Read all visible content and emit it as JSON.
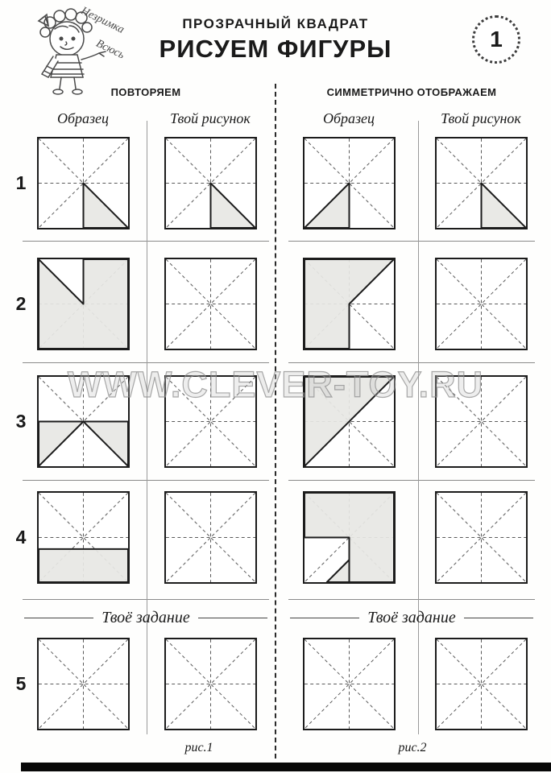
{
  "page": {
    "number": "1",
    "series_title": "ПРОЗРАЧНЫЙ КВАДРАТ",
    "page_title": "РИСУЕМ ФИГУРЫ",
    "mascot_name_line1": "Незримка",
    "mascot_name_line2": "Всюсь",
    "watermark": "WWW.CLEVER-TOY.RU",
    "fig_captions": [
      "рис.1",
      "рис.2"
    ]
  },
  "sections": [
    {
      "header": "ПОВТОРЯЕМ",
      "col_headers": [
        "Образец",
        "Твой рисунок"
      ]
    },
    {
      "header": "СИММЕТРИЧНО ОТОБРАЖАЕМ",
      "col_headers": [
        "Образец",
        "Твой рисунок"
      ]
    }
  ],
  "task_header": "Твоё задание",
  "rows": [
    {
      "label": "1",
      "cells": [
        {
          "shapes": [
            "50,50 50,100 100,100"
          ]
        },
        {
          "shapes": [
            "50,50 50,100 100,100"
          ]
        },
        {
          "shapes": [
            "50,50 50,100 0,100"
          ]
        },
        {
          "shapes": [
            "50,50 50,100 100,100"
          ]
        }
      ]
    },
    {
      "label": "2",
      "cells": [
        {
          "shapes": [
            "50,0 50,50 0,0 0,100 100,100 100,0"
          ]
        },
        {
          "shapes": []
        },
        {
          "shapes": [
            "100,0 50,50 50,100 0,100 0,0"
          ]
        },
        {
          "shapes": []
        }
      ]
    },
    {
      "label": "3",
      "cells": [
        {
          "shapes": [
            "0,50 50,50 0,100",
            "100,50 50,50 100,100"
          ]
        },
        {
          "shapes": []
        },
        {
          "shapes": [
            "0,0 100,0 0,100"
          ]
        },
        {
          "shapes": []
        }
      ]
    },
    {
      "label": "4",
      "cells": [
        {
          "shapes": [
            "0,63 100,63 100,100 0,100"
          ]
        },
        {
          "shapes": []
        },
        {
          "shapes": [
            "0,0 100,0 100,100 50,100 50,50 0,50",
            "50,75 50,100 25,100"
          ]
        },
        {
          "shapes": []
        }
      ]
    },
    {
      "label": "5",
      "cells": [
        {
          "shapes": []
        },
        {
          "shapes": []
        },
        {
          "shapes": []
        },
        {
          "shapes": []
        }
      ]
    }
  ],
  "grid": {
    "guide_lines": [
      [
        0,
        0,
        100,
        100
      ],
      [
        100,
        0,
        0,
        100
      ],
      [
        50,
        0,
        50,
        100
      ],
      [
        0,
        50,
        100,
        50
      ]
    ],
    "guide_color": "#5a5a5a",
    "shape_fill": "#e7e7e4",
    "shape_stroke": "#1c1c1c",
    "border_color": "#1c1c1c"
  }
}
